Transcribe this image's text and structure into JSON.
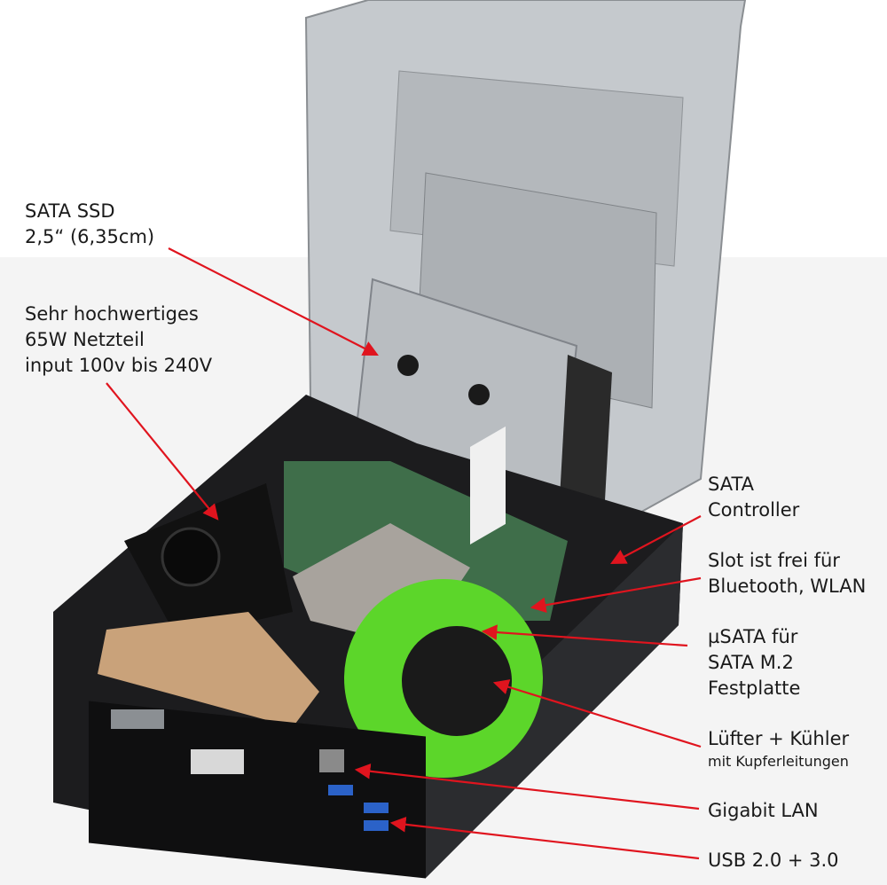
{
  "labels": {
    "ssd": [
      "SATA SSD",
      "2,5“ (6,35cm)"
    ],
    "psu": [
      "Sehr hochwertiges",
      "65W Netzteil",
      "input 100v bis 240V"
    ],
    "sata_controller": [
      "SATA",
      "Controller"
    ],
    "slot": [
      "Slot ist frei für",
      "Bluetooth, WLAN"
    ],
    "usata": [
      "µSATA für",
      "SATA M.2",
      "Festplatte"
    ],
    "fan": [
      "Lüfter + Kühler",
      "mit Kupferleitungen"
    ],
    "lan": [
      "Gigabit LAN"
    ],
    "usb": [
      "USB 2.0 + 3.0"
    ]
  },
  "colors": {
    "arrow": "#e0141e",
    "background": "#f4f4f4",
    "chassis": "#c4c8cc",
    "case": "#1c1c1e",
    "fan": "#5cd62a",
    "board": "#3f6e4a"
  }
}
